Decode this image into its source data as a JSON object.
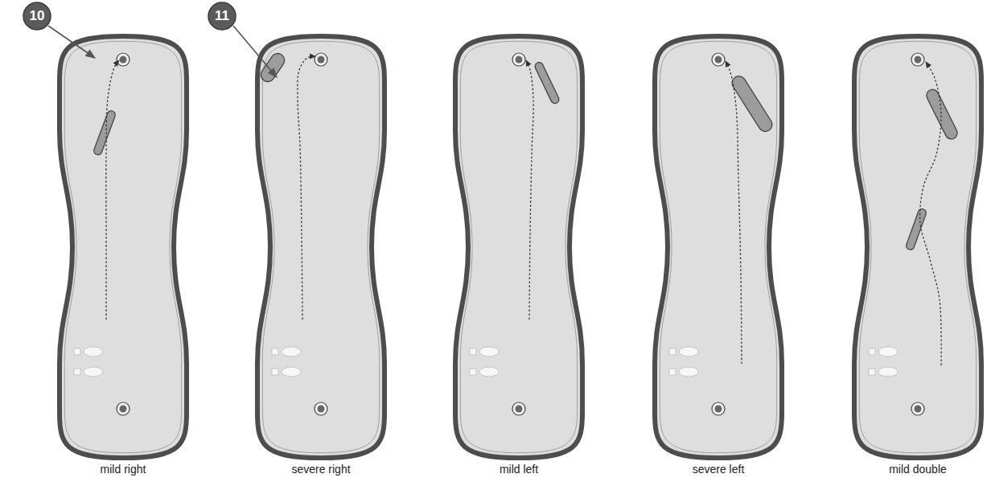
{
  "diagram": {
    "nodes": [
      {
        "text": [
          "mild right"
        ]
      },
      {
        "text": [
          "severe right"
        ]
      },
      {
        "text": [
          "mild left"
        ]
      },
      {
        "text": [
          "severe left"
        ]
      },
      {
        "text": [
          "mild double"
        ]
      }
    ],
    "labels": [
      "10",
      "11"
    ]
  }
}
